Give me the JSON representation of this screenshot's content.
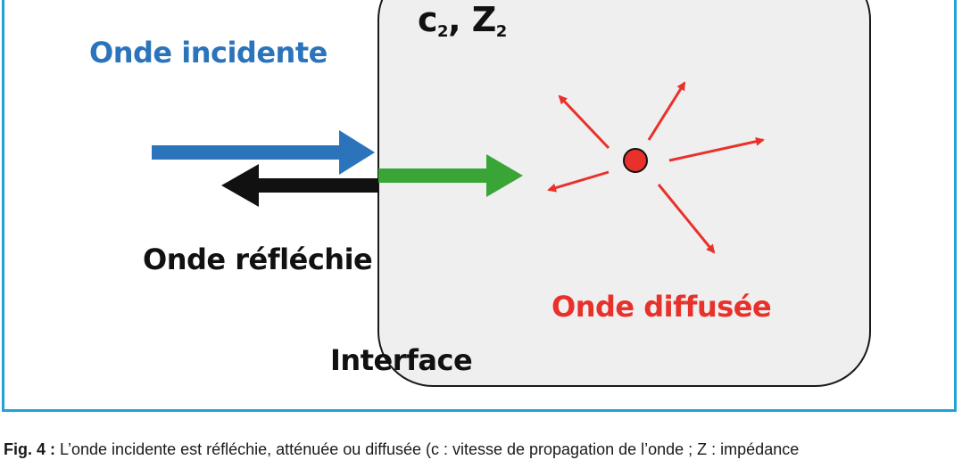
{
  "colors": {
    "frame": "#1ea3d8",
    "incident": "#2b74bb",
    "reflected": "#111111",
    "transmitted": "#3aa537",
    "diffused": "#e8312a",
    "medium_fill": "#efefef"
  },
  "labels": {
    "incident": "Onde incidente",
    "reflected": "Onde réfléchie",
    "diffused": "Onde diffusée",
    "interface": "Interface",
    "medium_c": "c",
    "medium_c_sub": "2",
    "medium_sep": ", ",
    "medium_z": "Z",
    "medium_z_sub": "2"
  },
  "caption": {
    "fig": "Fig. 4 :",
    "text": " L’onde incidente est réfléchie, atténuée ou diffusée (c : vitesse de propagation de l’onde ; Z : impédance"
  }
}
